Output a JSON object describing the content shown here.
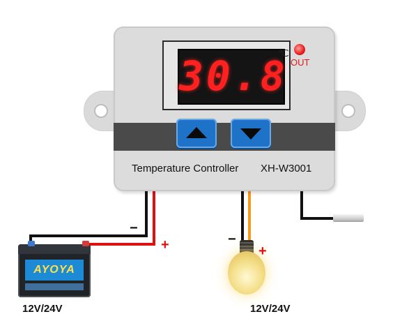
{
  "controller": {
    "display_value": "30.8",
    "unit": "℃",
    "indicator_label": "OUT",
    "title": "Temperature Controller",
    "model": "XH-W3001"
  },
  "battery": {
    "brand": "AYOYA",
    "negative_sign": "−",
    "positive_sign": "+",
    "voltage": "12V/24V"
  },
  "bulb": {
    "negative_sign": "−",
    "positive_sign": "+",
    "voltage": "12V/24V"
  },
  "colors": {
    "display_digits": "#ff2020",
    "buttons": "#1e73c8",
    "indicator_led": "#e81c1c",
    "wire_positive": "#e01010",
    "wire_negative": "#111111",
    "wire_load": "#f59a1c"
  },
  "icons": {
    "up_button": "triangle-up-icon",
    "down_button": "triangle-down-icon"
  }
}
